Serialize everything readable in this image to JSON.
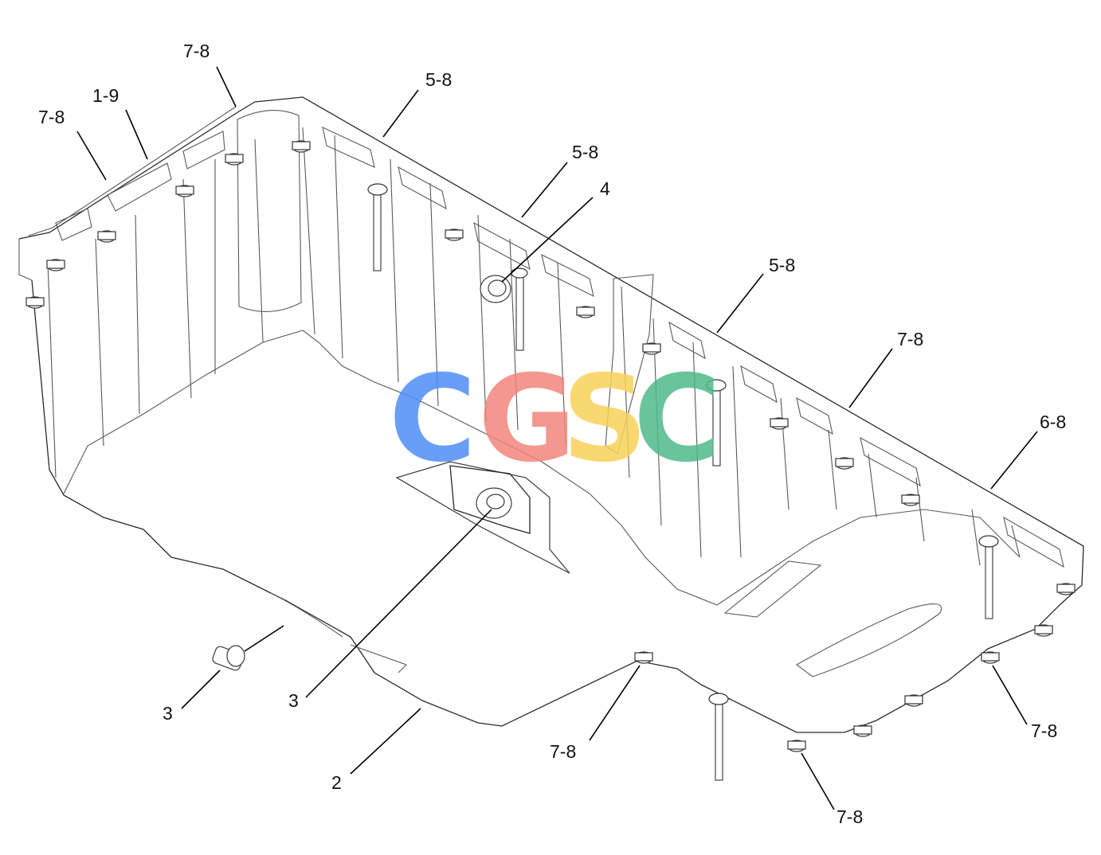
{
  "diagram": {
    "callouts": [
      {
        "id": "c1",
        "text": "7-8"
      },
      {
        "id": "c2",
        "text": "1-9"
      },
      {
        "id": "c3",
        "text": "7-8"
      },
      {
        "id": "c4",
        "text": "5-8"
      },
      {
        "id": "c5",
        "text": "5-8"
      },
      {
        "id": "c6",
        "text": "4"
      },
      {
        "id": "c7",
        "text": "5-8"
      },
      {
        "id": "c8",
        "text": "7-8"
      },
      {
        "id": "c9",
        "text": "6-8"
      },
      {
        "id": "c10",
        "text": "7-8"
      },
      {
        "id": "c11",
        "text": "7-8"
      },
      {
        "id": "c12",
        "text": "7-8"
      },
      {
        "id": "c13",
        "text": "2"
      },
      {
        "id": "c14",
        "text": "3"
      },
      {
        "id": "c15",
        "text": "3"
      }
    ]
  },
  "watermark": {
    "letters": [
      "C",
      "G",
      "S",
      "C"
    ],
    "colors": [
      "#4f8ef7",
      "#f2857d",
      "#f8d25a",
      "#4fb98a"
    ]
  }
}
